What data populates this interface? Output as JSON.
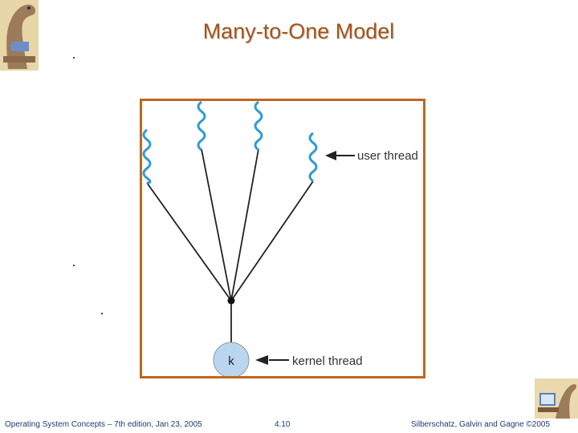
{
  "slide": {
    "title": "Many-to-One Model",
    "footer_left": "Operating System Concepts – 7th edition, Jan 23, 2005",
    "footer_page": "4.10",
    "footer_right": "Silberschatz, Galvin and Gagne ©2005"
  },
  "diagram": {
    "user_label": "user thread",
    "kernel_label": "kernel thread",
    "kernel_node_label": "k",
    "colors": {
      "frame": "#c0661f",
      "thread": "#2f9bd6",
      "kernel_fill": "#b8d7ee",
      "line": "#222222"
    }
  }
}
